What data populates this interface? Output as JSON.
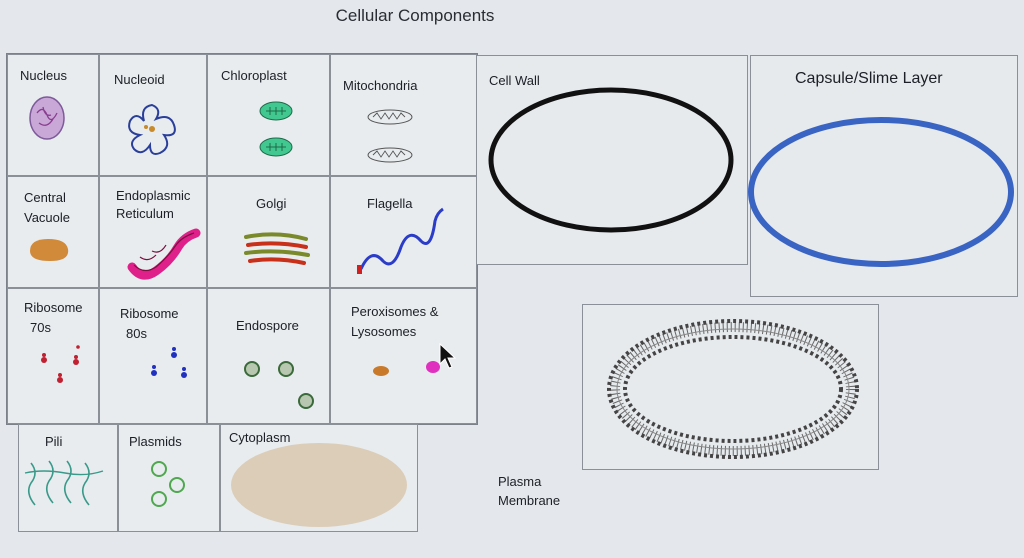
{
  "title": "Cellular Components",
  "grid": {
    "nucleus": "Nucleus",
    "nucleoid": "Nucleoid",
    "chloroplast": "Chloroplast",
    "mitochondria": "Mitochondria",
    "central_vacuole_1": "Central",
    "central_vacuole_2": "Vacuole",
    "er_1": "Endoplasmic",
    "er_2": "Reticulum",
    "golgi": "Golgi",
    "flagella": "Flagella",
    "ribosome70_1": "Ribosome",
    "ribosome70_2": "70s",
    "ribosome80_1": "Ribosome",
    "ribosome80_2": "80s",
    "endospore": "Endospore",
    "perox_1": "Peroxisomes &",
    "perox_2": "Lysosomes",
    "pili": "Pili",
    "plasmids": "Plasmids",
    "cytoplasm": "Cytoplasm"
  },
  "panels": {
    "cell_wall": "Cell Wall",
    "capsule": "Capsule/Slime Layer",
    "plasma_1": "Plasma",
    "plasma_2": "Membrane"
  },
  "colors": {
    "cell_wall_ring": "#111111",
    "capsule_ring": "#3a64c4",
    "chloroplast": "#3dbf8a",
    "vacuole": "#d08a3a",
    "er": "#e0208a",
    "flagella": "#2a3cc8",
    "endospore": "#5aa05a",
    "plasmid": "#4fa84f",
    "cytoplasm": "#dccdb8"
  },
  "cursor_icon": "arrow-cursor-icon"
}
